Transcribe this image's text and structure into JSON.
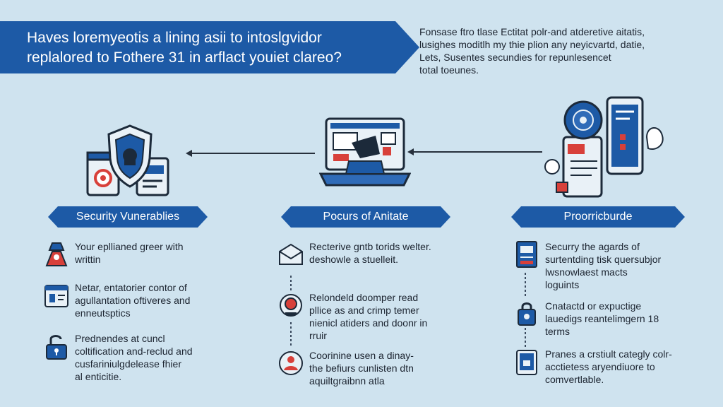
{
  "title": {
    "line1": "Haves loremyeotis a lining asii to intoslgvidor",
    "line2": "replalored to Fothere 31 in arflact youiet clareo?"
  },
  "intro": {
    "lines": [
      "Fonsase ftro tlase Ectitat polr-and atderetive aitatis,",
      "lusighes moditlh my thie plion any neyicvartd, datie,",
      "Lets, Susentes secundies for repunlesencet",
      "total toeunes."
    ]
  },
  "columns": [
    {
      "heading": "Security Vunerablies",
      "items": [
        {
          "icon": "hacker-alert-icon",
          "lines": [
            "Your epllianed greer with",
            "writtin"
          ]
        },
        {
          "icon": "browser-shield-icon",
          "lines": [
            "Netar, entatorier contor of",
            "agullantation oftiveres and",
            "enneutsptics"
          ]
        },
        {
          "icon": "unlocked-padlock-icon",
          "lines": [
            "Prednendes at cuncl",
            "coltification and-reclud and",
            "cusfariniulgdelease fhier",
            "al enticitie."
          ]
        }
      ]
    },
    {
      "heading": "Pocurs of Anitate",
      "items": [
        {
          "icon": "document-box-icon",
          "lines": [
            "Recterive gntb torids welter.",
            "deshowle a stuelleit."
          ]
        },
        {
          "icon": "security-camera-icon",
          "lines": [
            "Relondeld doomper read",
            "pllice as and crimp temer",
            "nienicl atiders and doonr in",
            "rruir"
          ]
        },
        {
          "icon": "user-shield-icon",
          "lines": [
            "Coorinine usen a dinay-",
            "the befiurs cunlisten dtn",
            "aquiltgraibnn atla"
          ]
        }
      ]
    },
    {
      "heading": "Proorricburde",
      "items": [
        {
          "icon": "secure-document-icon",
          "lines": [
            "Securry the agards of",
            "surtentding tisk quersubjor",
            "lwsnowlaest macts",
            "loguints"
          ]
        },
        {
          "icon": "lock-badge-icon",
          "lines": [
            "Cnatactd or expuctige",
            "lauedigs reantelimgern 18",
            "terms"
          ]
        },
        {
          "icon": "tablet-lock-icon",
          "lines": [
            "Pranes a crstiult categly colr-",
            "acctietess aryendiuore to",
            "comvertlable."
          ]
        }
      ]
    }
  ],
  "colors": {
    "accent": "#1d5aa6",
    "background": "#cfe3ef",
    "alert_red": "#d8403a",
    "text": "#1c2430"
  }
}
